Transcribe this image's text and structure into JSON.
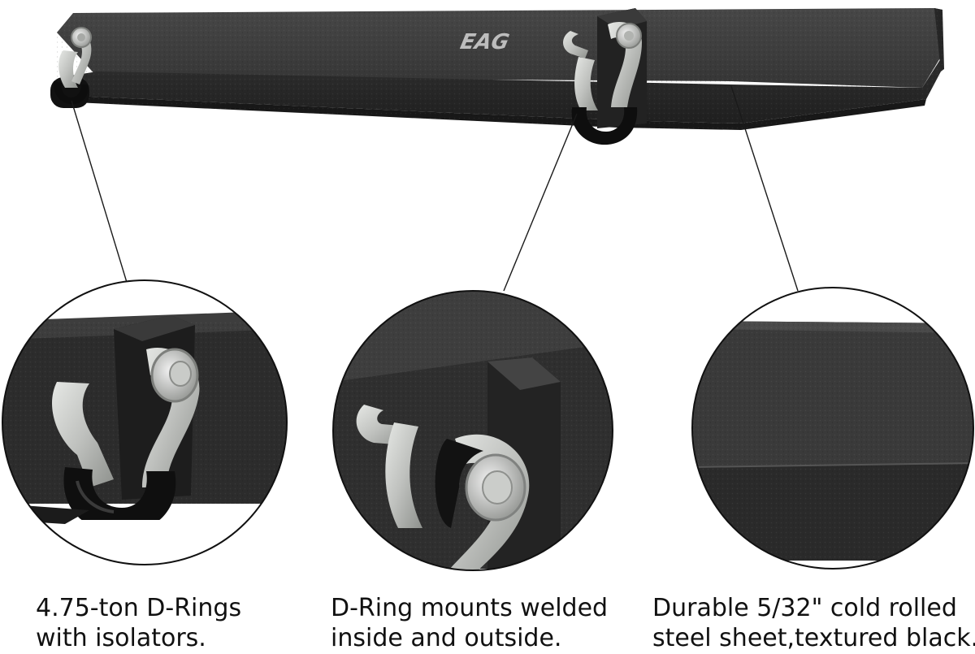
{
  "product": {
    "logo_text": "EAG",
    "colors": {
      "bumper_top": "#3b3b3b",
      "bumper_front": "#2a2a2a",
      "shackle_metal": "#c4c6c3",
      "isolator": "#151515",
      "background": "#ffffff",
      "caption_text": "#111111"
    }
  },
  "callouts": [
    {
      "id": "d-rings",
      "icon": "d-ring-shackle-closeup",
      "lines": [
        "4.75-ton D-Rings",
        "with isolators."
      ]
    },
    {
      "id": "mounts",
      "icon": "d-ring-mount-closeup",
      "lines": [
        "D-Ring mounts welded",
        "inside and outside."
      ]
    },
    {
      "id": "steel",
      "icon": "textured-steel-closeup",
      "lines": [
        "Durable 5/32\" cold rolled",
        "steel sheet,textured black."
      ]
    }
  ]
}
